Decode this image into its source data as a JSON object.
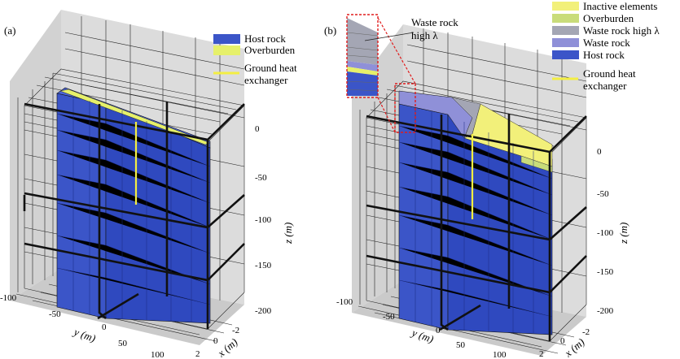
{
  "panels": [
    {
      "label": "(a)",
      "legend": [
        {
          "label": "Host rock",
          "color": "#3b55c8",
          "kind": "box"
        },
        {
          "label": "Overburden",
          "color": "#e6f06a",
          "kind": "box"
        },
        {
          "label": "Ground heat exchanger",
          "color": "#f3ee42",
          "kind": "line"
        }
      ],
      "z_ticks": [
        "0",
        "-50",
        "-100",
        "-150",
        "-200"
      ],
      "z_axis_label": "z (m)",
      "y_ticks": [
        "-100",
        "-50",
        "0",
        "50",
        "100"
      ],
      "y_axis_label": "y (m)",
      "x_ticks": [
        "-2",
        "0",
        "2"
      ],
      "x_axis_label": "x (m)"
    },
    {
      "label": "(b)",
      "legend": [
        {
          "label": "Inactive elements",
          "color": "#f2f07a",
          "kind": "box"
        },
        {
          "label": "Overburden",
          "color": "#c9dc7a",
          "kind": "box"
        },
        {
          "label": "Waste rock high λ",
          "color": "#a4a6b4",
          "kind": "box"
        },
        {
          "label": "Waste rock",
          "color": "#8f90d8",
          "kind": "box"
        },
        {
          "label": "Host rock",
          "color": "#3b55c8",
          "kind": "box"
        },
        {
          "label": "Ground heat exchanger",
          "color": "#f3ee42",
          "kind": "line"
        }
      ],
      "callout": "Waste rock high λ",
      "z_ticks": [
        "0",
        "-50",
        "-100",
        "-150",
        "-200"
      ],
      "z_axis_label": "z (m)",
      "y_ticks": [
        "-100",
        "-50",
        "0",
        "50",
        "100"
      ],
      "y_axis_label": "y (m)",
      "x_ticks": [
        "-2",
        "0",
        "2"
      ],
      "x_axis_label": "x (m)"
    }
  ],
  "colors": {
    "host_rock": "#3b55c8",
    "overburden": "#e6f06a",
    "waste_rock": "#8f90d8",
    "waste_high": "#a4a6b4",
    "inactive": "#f2f07a",
    "heat_exchanger": "#f3ee42",
    "wall": "#d9d9d9",
    "floor": "#cfcfcf"
  }
}
